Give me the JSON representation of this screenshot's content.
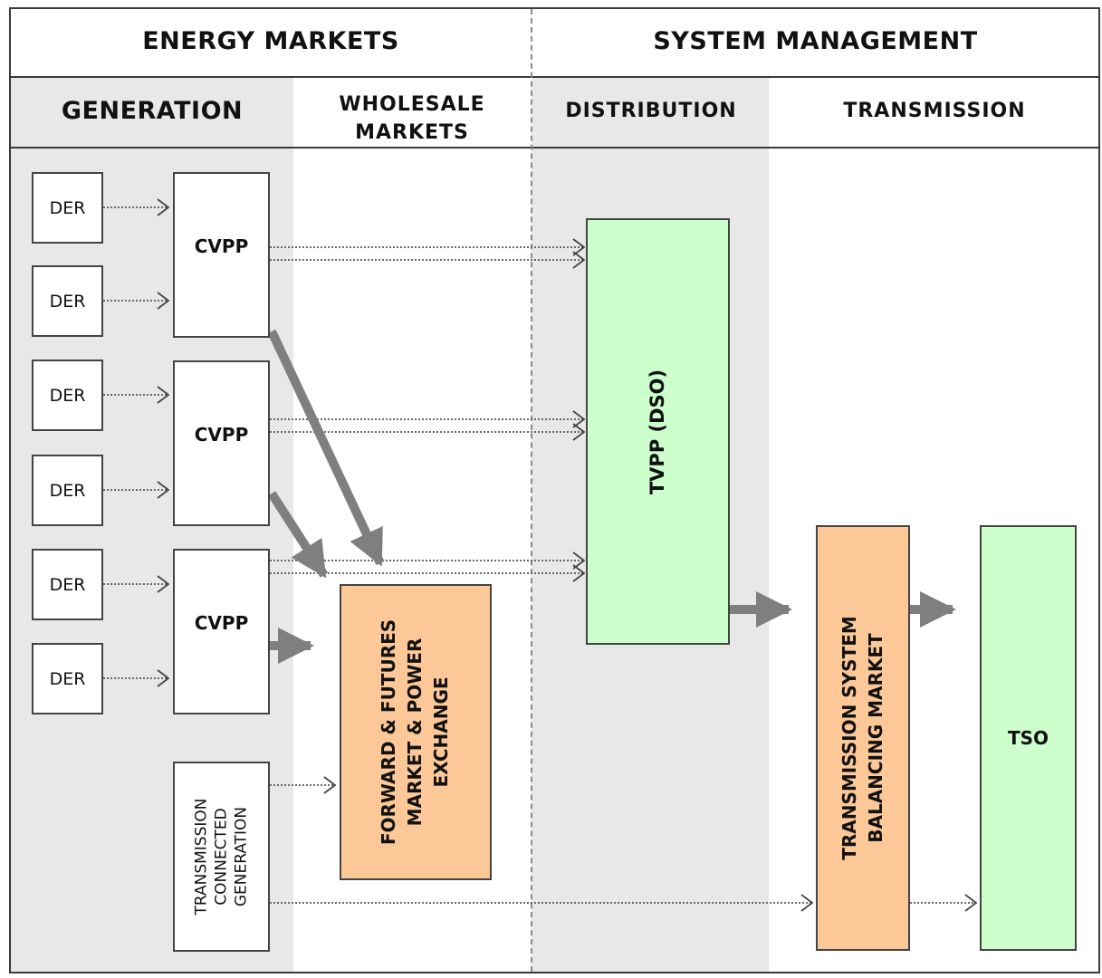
{
  "header": {
    "energy_markets": "ENERGY MARKETS",
    "system_management": "SYSTEM MANAGEMENT"
  },
  "columns": {
    "generation": "GENERATION",
    "wholesale_line1": "WHOLESALE",
    "wholesale_line2": "MARKETS",
    "distribution": "DISTRIBUTION",
    "transmission": "TRANSMISSION"
  },
  "nodes": {
    "der": "DER",
    "cvpp": "CVPP",
    "tcg_line1": "TRANSMISSION",
    "tcg_line2": "CONNECTED",
    "tcg_line3": "GENERATION",
    "forward_line1": "FORWARD & FUTURES",
    "forward_line2": "MARKET & POWER",
    "forward_line3": "EXCHANGE",
    "tvpp": "TVPP (DSO)",
    "tsbm_line1": "TRANSMISSION SYSTEM",
    "tsbm_line2": "BALANCING MARKET",
    "tso": "TSO"
  },
  "colors": {
    "gray_band": "#e8e8e8",
    "green": "#ccffcc",
    "orange": "#fcc898",
    "arrow": "#7f7f7f"
  }
}
